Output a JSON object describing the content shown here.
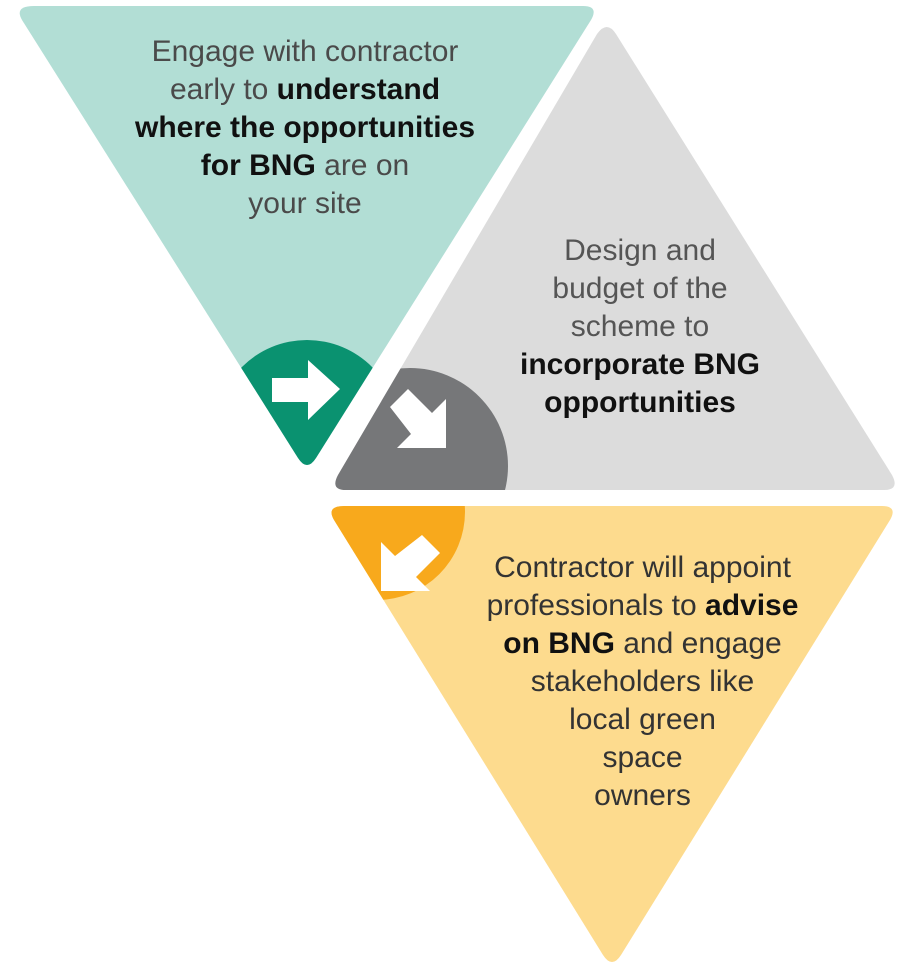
{
  "colors": {
    "step1_fill": "#b2ded5",
    "step1_badge": "#0a9270",
    "step2_fill": "#dcdcdc",
    "step2_badge": "#767779",
    "step3_fill": "#fddb8e",
    "step3_badge": "#f8a91c",
    "arrow": "#ffffff"
  },
  "steps": [
    {
      "icon": "arrow-right-icon",
      "lines": [
        {
          "parts": [
            "Engage with contractor"
          ],
          "bold": [
            false
          ]
        },
        {
          "parts": [
            "early to ",
            "understand"
          ],
          "bold": [
            false,
            true
          ]
        },
        {
          "parts": [
            "where the opportunities"
          ],
          "bold": [
            true
          ]
        },
        {
          "parts": [
            "for BNG",
            " are on"
          ],
          "bold": [
            true,
            false
          ]
        },
        {
          "parts": [
            "your site"
          ],
          "bold": [
            false
          ]
        }
      ]
    },
    {
      "icon": "arrow-down-right-icon",
      "lines": [
        {
          "parts": [
            "Design and"
          ],
          "bold": [
            false
          ]
        },
        {
          "parts": [
            "budget of the"
          ],
          "bold": [
            false
          ]
        },
        {
          "parts": [
            "scheme to"
          ],
          "bold": [
            false
          ]
        },
        {
          "parts": [
            "incorporate BNG"
          ],
          "bold": [
            true
          ]
        },
        {
          "parts": [
            "opportunities"
          ],
          "bold": [
            true
          ]
        }
      ]
    },
    {
      "icon": "arrow-down-left-icon",
      "lines": [
        {
          "parts": [
            "Contractor will appoint"
          ],
          "bold": [
            false
          ]
        },
        {
          "parts": [
            "professionals to ",
            "advise"
          ],
          "bold": [
            false,
            true
          ]
        },
        {
          "parts": [
            "on BNG",
            " and engage"
          ],
          "bold": [
            true,
            false
          ]
        },
        {
          "parts": [
            "stakeholders like"
          ],
          "bold": [
            false
          ]
        },
        {
          "parts": [
            "local green"
          ],
          "bold": [
            false
          ]
        },
        {
          "parts": [
            "space"
          ],
          "bold": [
            false
          ]
        },
        {
          "parts": [
            "owners"
          ],
          "bold": [
            false
          ]
        }
      ]
    }
  ]
}
